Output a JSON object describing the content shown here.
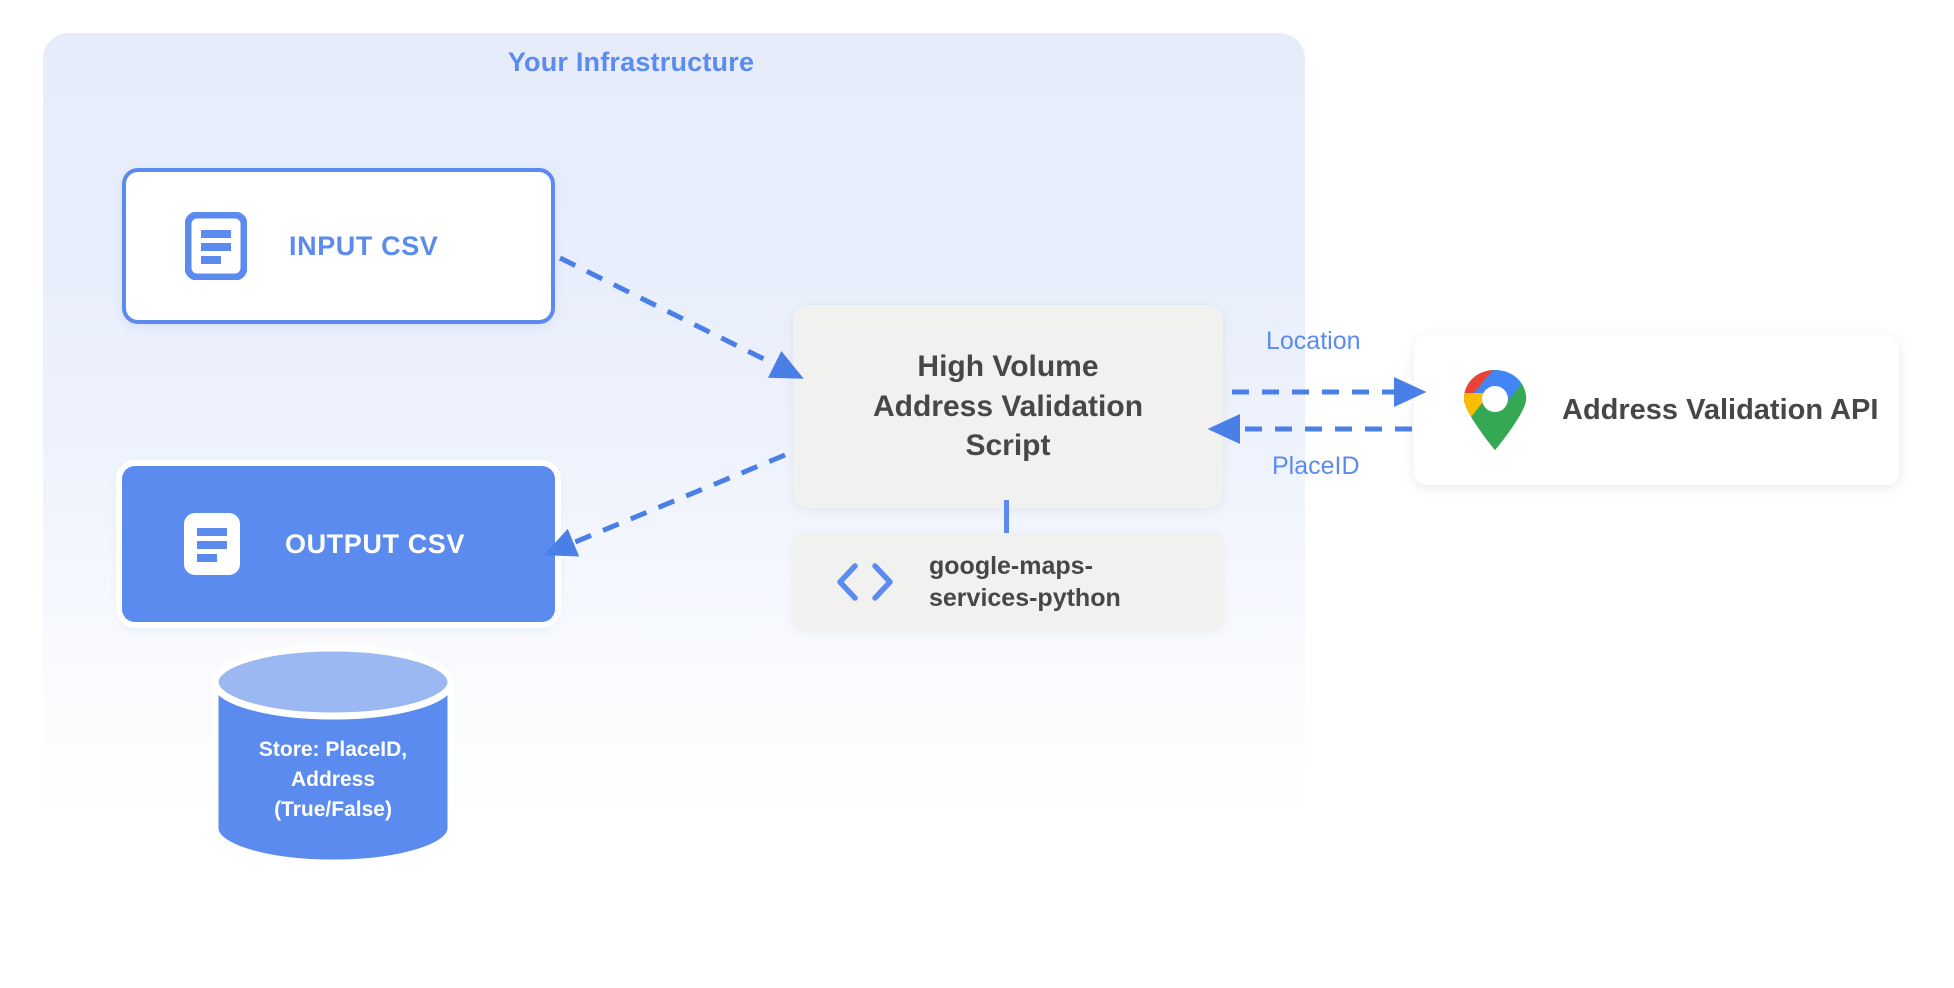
{
  "panel": {
    "title": "Your Infrastructure",
    "accent_color": "#5b8bef",
    "background_top": "#e6ecfa",
    "background_bottom": "#ffffff"
  },
  "nodes": {
    "input_csv": {
      "label": "INPUT CSV",
      "icon": "document-icon",
      "fill": "#ffffff",
      "border_color": "#5b8bef",
      "text_color": "#5b8bef"
    },
    "output_csv": {
      "label": "OUTPUT CSV",
      "icon": "document-icon",
      "fill": "#5b8bef",
      "text_color": "#ffffff"
    },
    "script": {
      "line1": "High Volume",
      "line2": "Address Validation",
      "line3": "Script",
      "fill": "#f1f1f0",
      "text_color": "#46474a"
    },
    "library": {
      "line1": "google-maps-",
      "line2": "services-python",
      "icon": "code-brackets-icon",
      "icon_color": "#5b8bef",
      "fill": "#f1f1f0",
      "text_color": "#46474a"
    },
    "api": {
      "label": "Address Validation API",
      "icon": "google-maps-pin-icon",
      "fill": "#ffffff",
      "text_color": "#46474a"
    },
    "database": {
      "line1": "Store: PlaceID,",
      "line2": "Address",
      "line3": "(True/False)",
      "icon": "database-cylinder-icon",
      "body_color": "#5b8bef",
      "top_color": "#99b6f2",
      "text_color": "#ffffff"
    }
  },
  "edges": {
    "location_label": "Location",
    "placeid_label": "PlaceID",
    "stroke_color": "#4a7fe8",
    "style": "dashed"
  }
}
